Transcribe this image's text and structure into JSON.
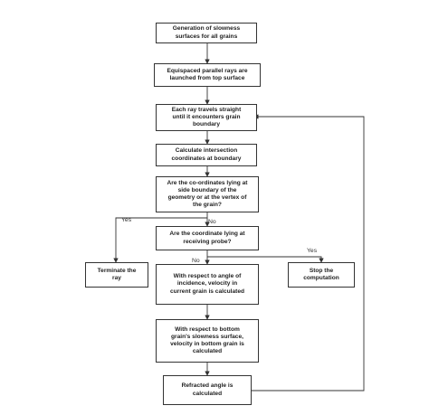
{
  "boxes": {
    "b1": "Generation of slowness\nsurfaces for all grains",
    "b2": "Equispaced parallel rays are\nlaunched from top surface",
    "b3": "Each ray travels straight\nuntil it encounters grain\nboundary",
    "b4": "Calculate intersection\ncoordinates at boundary",
    "b5": "Are the co-ordinates lying at\nside boundary of the\ngeometry or at the vertex of\nthe grain?",
    "b6": "Are the coordinate lying at\nreceiving probe?",
    "b7": "Terminate the\nray",
    "b8": "With respect to angle of\nincidence, velocity in\ncurrent grain is calculated",
    "b9": "Stop the\ncomputation",
    "b10": "With respect to bottom\ngrain's slowness surface,\nvelocity in bottom grain is\ncalculated",
    "b11": "Refracted angle is\ncalculated"
  },
  "labels": {
    "yes1": "Yes",
    "no1": "No",
    "no2": "No",
    "yes2": "Yes"
  }
}
